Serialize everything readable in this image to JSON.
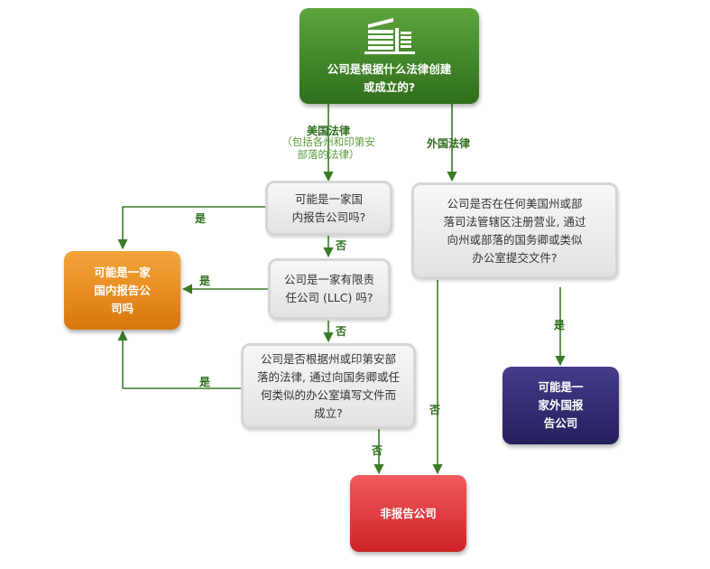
{
  "start": {
    "lines": [
      "公司是根据什么法律创建",
      "或成立的?"
    ],
    "icon": "building-icon"
  },
  "branch_us": {
    "label": "美国法律",
    "note_lines": [
      "（包括各州和印第安",
      "部落的法律）"
    ]
  },
  "branch_foreign": {
    "label": "外国法律"
  },
  "q1": {
    "lines": [
      "可能是一家国",
      "内报告公司吗?"
    ]
  },
  "q2": {
    "lines": [
      "公司是一家有限责",
      "任公司 (LLC) 吗?"
    ]
  },
  "q3": {
    "lines": [
      "公司是否根据州或印第安部",
      "落的法律, 通过向国务卿或任",
      "何类似的办公室填写文件而",
      "成立?"
    ]
  },
  "q4": {
    "lines": [
      "公司是否在任何美国州或部",
      "落司法管辖区注册营业, 通过",
      "向州或部落的国务卿或类似",
      "办公室提交文件?"
    ]
  },
  "result_domestic": {
    "lines": [
      "可能是一家",
      "国内报告公",
      "司吗"
    ]
  },
  "result_foreign": {
    "lines": [
      "可能是一",
      "家外国报",
      "告公司"
    ]
  },
  "result_non": {
    "lines": [
      "非报告公司"
    ]
  },
  "edge_labels": {
    "yes": "是",
    "no": "否"
  },
  "colors": {
    "green": "#3a7d24",
    "orange": "#e8891d",
    "navy": "#2e2870",
    "red": "#e0393e",
    "line": "#3a7a25"
  }
}
